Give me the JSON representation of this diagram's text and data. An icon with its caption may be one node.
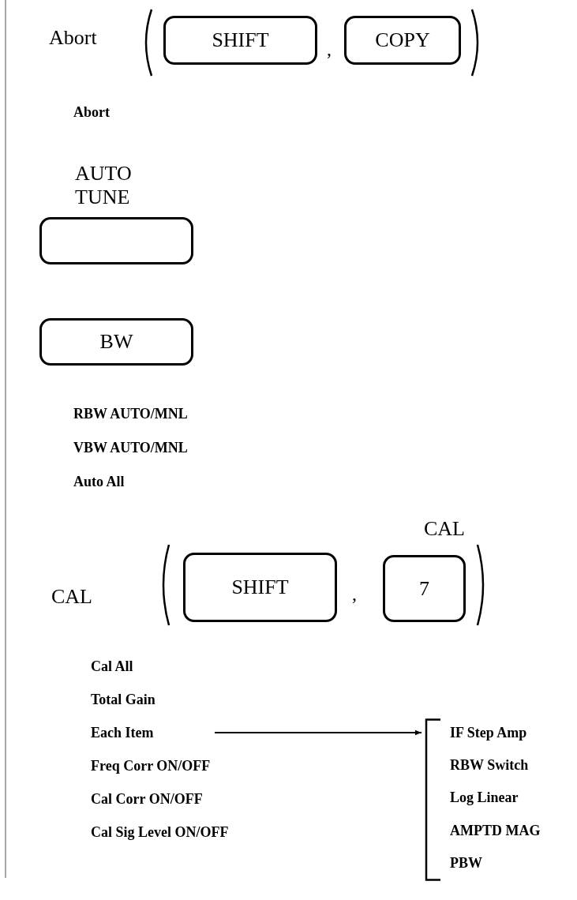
{
  "diagram": {
    "nodes": [
      {
        "text": [
          "SHIFT"
        ]
      },
      {
        "text": [
          "COPY"
        ]
      },
      {
        "text": [
          "AUTO TUNE"
        ]
      },
      {
        "text": [
          "BW"
        ]
      },
      {
        "text": [
          "SHIFT"
        ]
      },
      {
        "text": [
          "CAL",
          "7"
        ]
      },
      {
        "text": [
          "Each Item"
        ]
      },
      {
        "text": [
          "IF Step Amp",
          "RBW Switch",
          "Log Linear",
          "AMPTD MAG",
          "PBW"
        ]
      }
    ],
    "edges": [
      {
        "from": 6,
        "to": 7,
        "arrow": "to"
      }
    ],
    "labels": [
      "Abort",
      ",",
      "Abort",
      "RBW AUTO/MNL",
      "VBW AUTO/MNL",
      "Auto All",
      "CAL",
      ",",
      "Cal All",
      "Total Gain",
      "Freq Corr ON/OFF",
      "Cal Corr ON/OFF",
      "Cal Sig Level ON/OFF"
    ]
  }
}
